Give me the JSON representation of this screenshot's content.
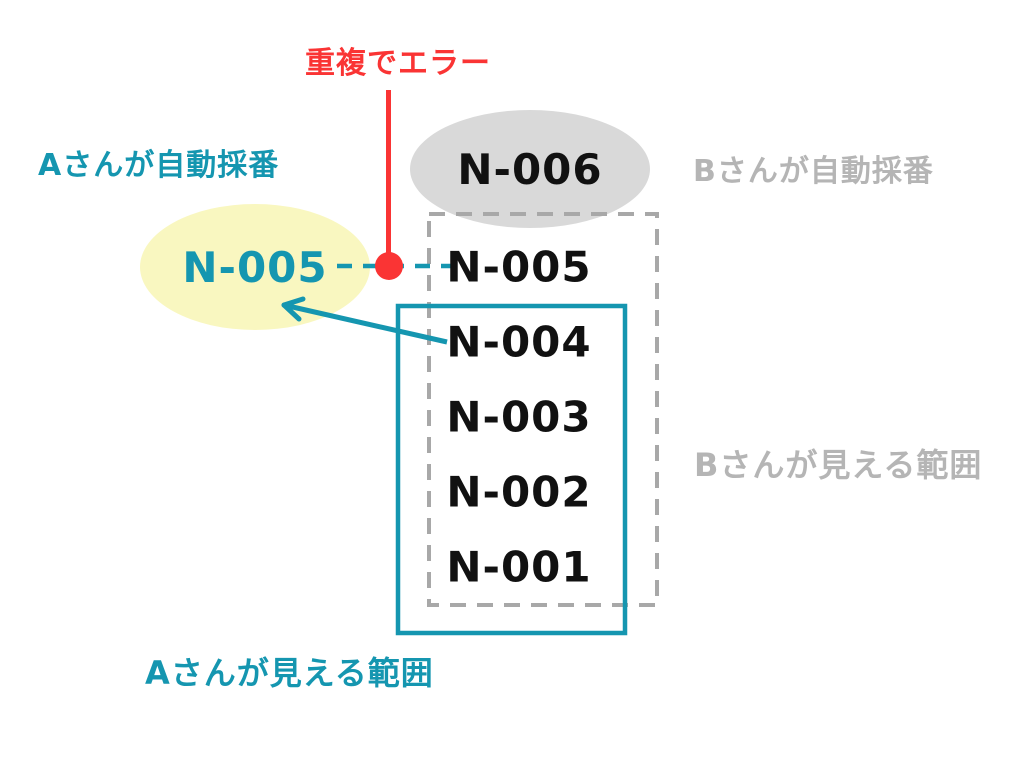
{
  "colors": {
    "accent_teal": "#1596b0",
    "alert_red": "#fa3434",
    "muted_gray_text": "#b5b5b5",
    "ellipse_gray_fill": "#d9d9d9",
    "ellipse_yellow_fill": "#f9f7c0",
    "dashed_border_gray": "#a8a8a8",
    "number_text_black": "#111111",
    "background": "#ffffff"
  },
  "labels": {
    "error": "重複でエラー",
    "a_autonumber": "Aさんが自動採番",
    "b_autonumber": "Bさんが自動採番",
    "a_visible_range": "Aさんが見える範囲",
    "b_visible_range": "Bさんが見える範囲"
  },
  "numbers": {
    "b_generated": "N-006",
    "a_generated": "N-005"
  },
  "record_list": {
    "items": [
      "N-005",
      "N-004",
      "N-003",
      "N-002",
      "N-001"
    ]
  },
  "icons": {
    "conflict_dot": "red-filled-circle",
    "copy_arrow": "teal-arrow-up-left",
    "error_pointer": "red-vertical-line",
    "duplicate_link": "teal-dashed-line"
  }
}
